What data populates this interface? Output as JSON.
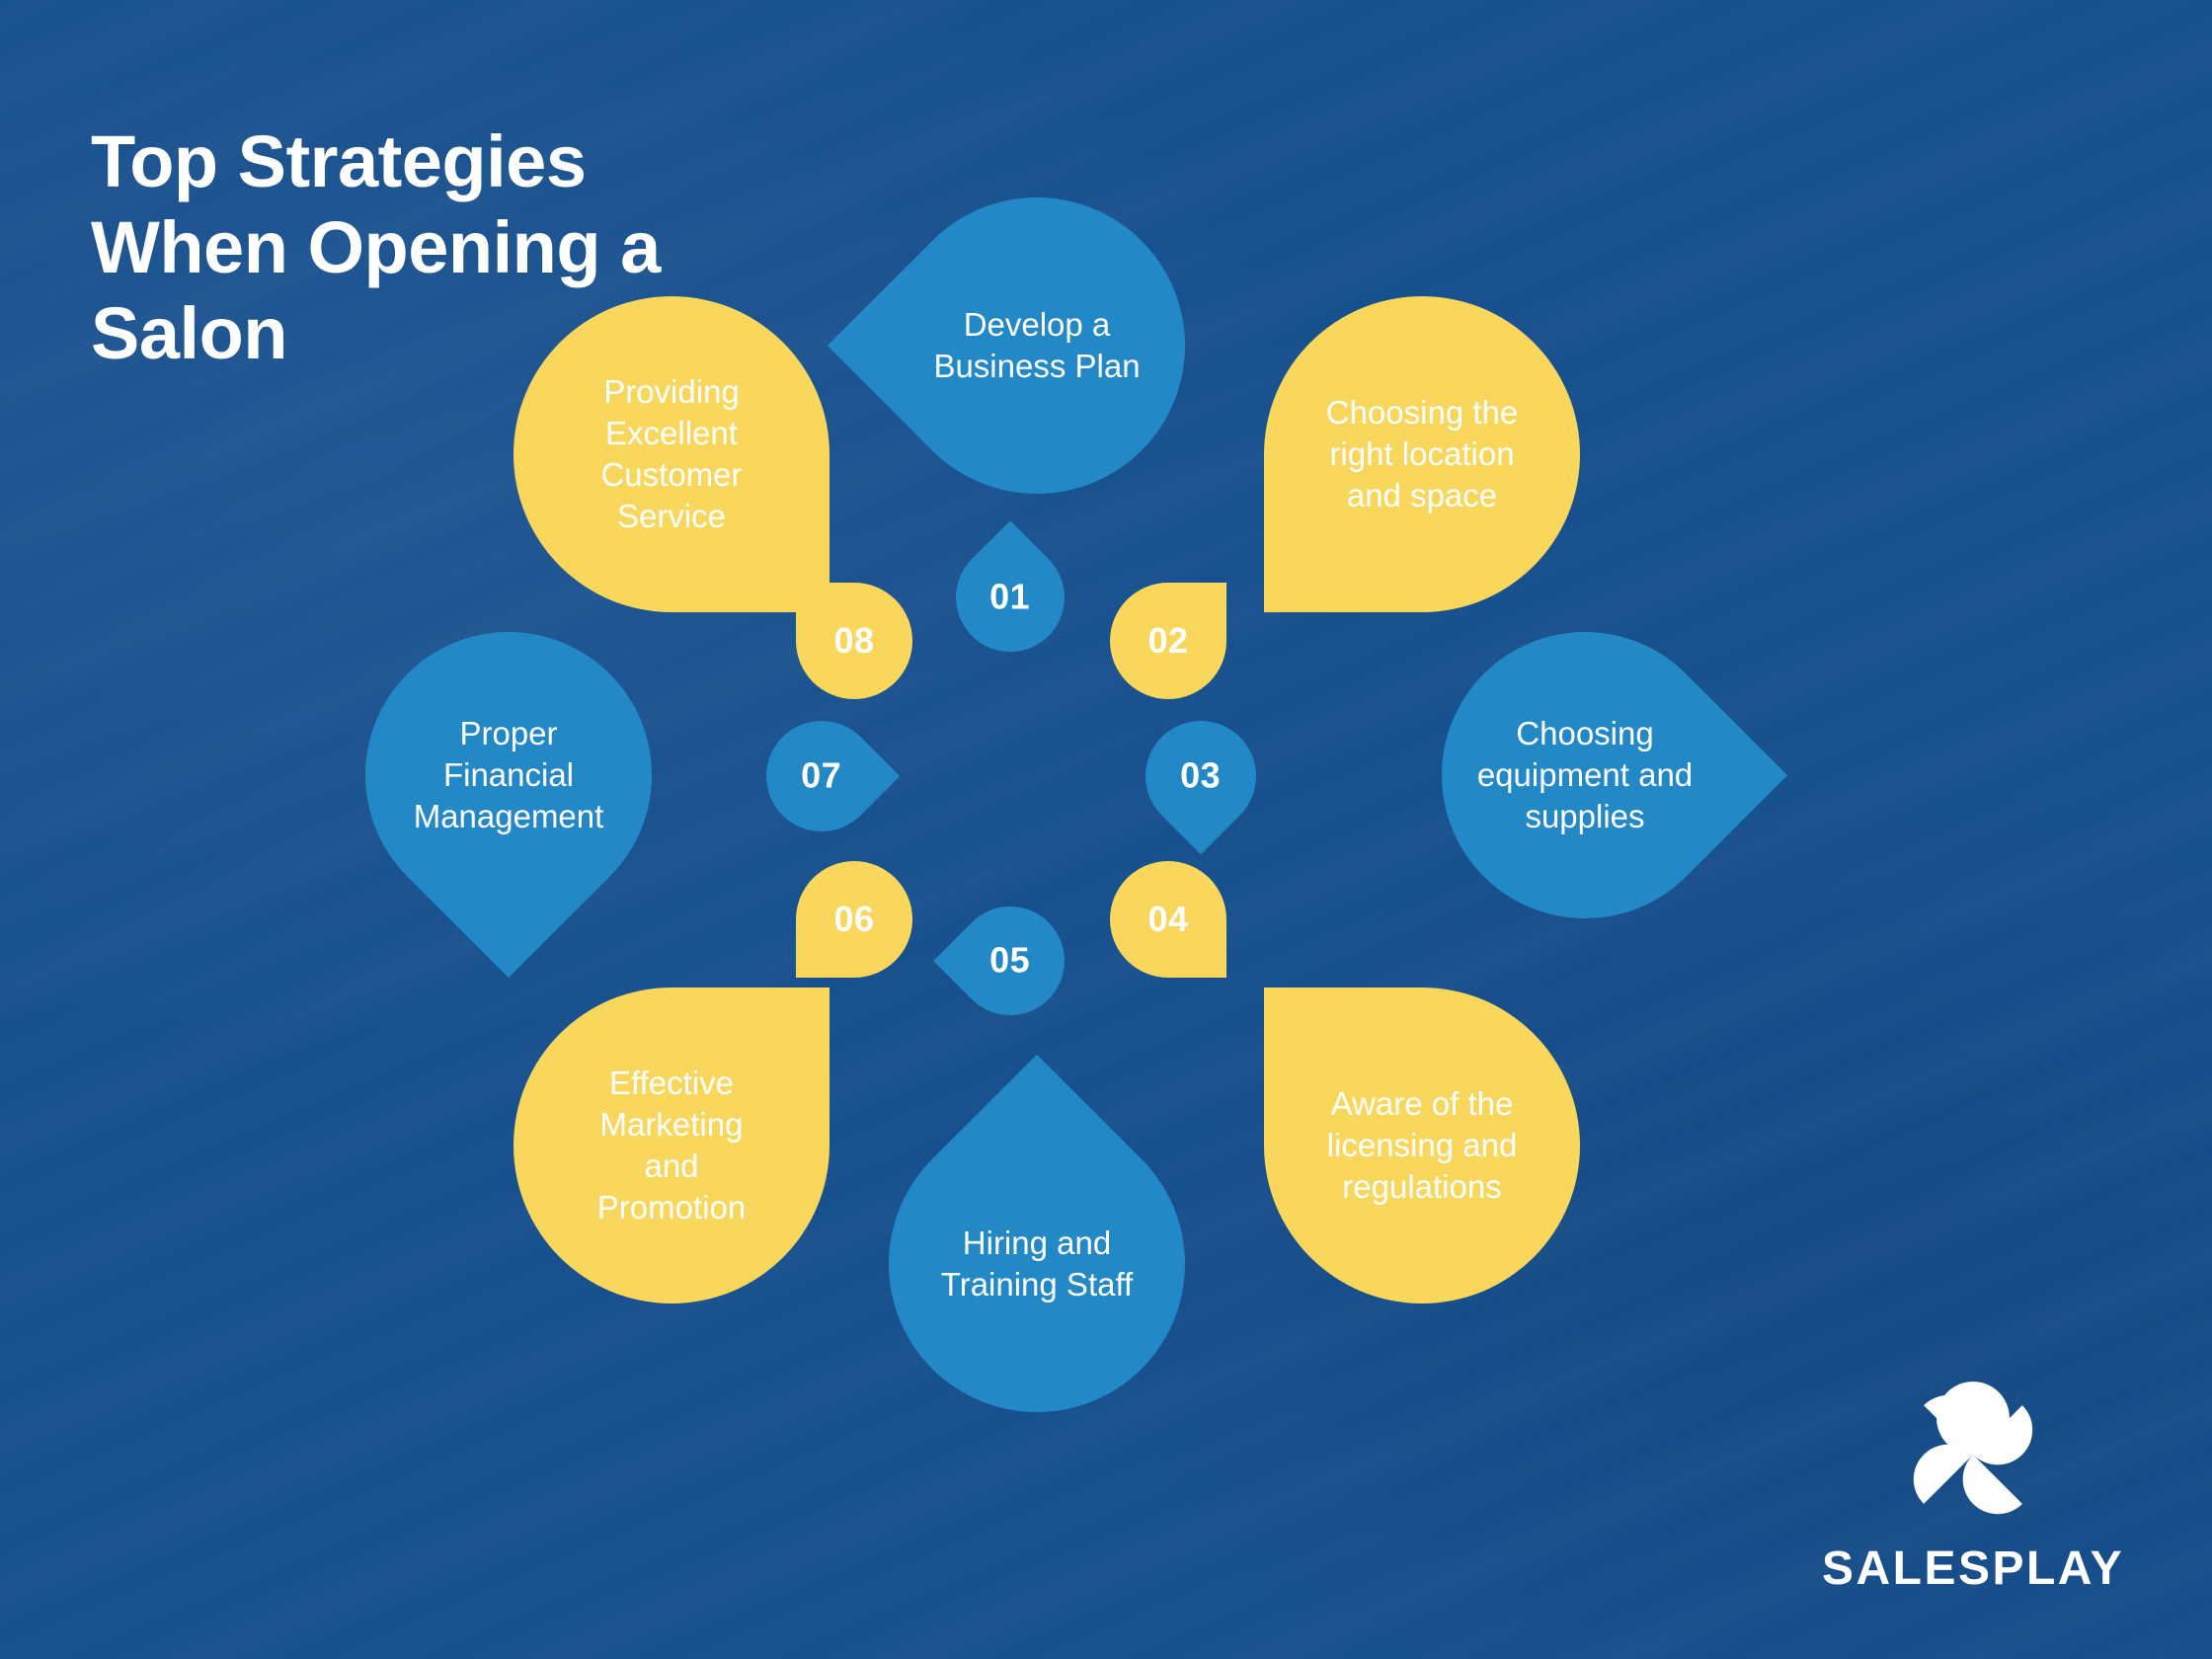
{
  "page": {
    "title": "Top Strategies\nWhen Opening a\nSalon",
    "background_color": "#17508e",
    "accent_blue": "#2389c6",
    "accent_yellow": "#f8d75c",
    "text_color": "#ffffff"
  },
  "diagram": {
    "type": "flower-petal-cycle",
    "petal_count": 8,
    "petals": [
      {
        "number": "01",
        "label": "Develop a\nBusiness Plan",
        "color": "blue",
        "position": "top"
      },
      {
        "number": "02",
        "label": "Choosing the\nright location\nand space",
        "color": "yellow",
        "position": "top-right"
      },
      {
        "number": "03",
        "label": "Choosing\nequipment and\nsupplies",
        "color": "blue",
        "position": "right"
      },
      {
        "number": "04",
        "label": "Aware of the\nlicensing and\nregulations",
        "color": "yellow",
        "position": "bottom-right"
      },
      {
        "number": "05",
        "label": "Hiring and\nTraining Staff",
        "color": "blue",
        "position": "bottom"
      },
      {
        "number": "06",
        "label": "Effective\nMarketing\nand\nPromotion",
        "color": "yellow",
        "position": "bottom-left"
      },
      {
        "number": "07",
        "label": "Proper\nFinancial\nManagement",
        "color": "blue",
        "position": "left"
      },
      {
        "number": "08",
        "label": "Providing\nExcellent\nCustomer\nService",
        "color": "yellow",
        "position": "top-left"
      }
    ]
  },
  "logo": {
    "name": "SALESPLAY",
    "mark": "four-petal-flower-icon"
  }
}
